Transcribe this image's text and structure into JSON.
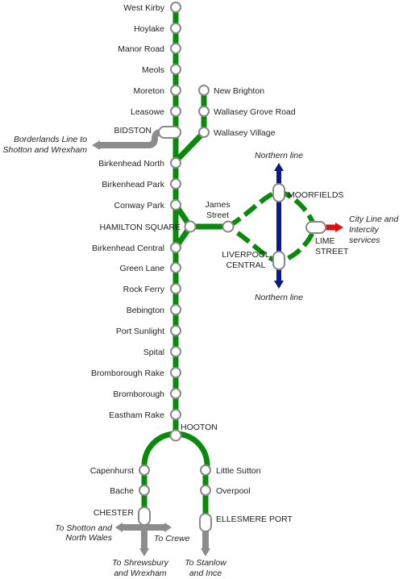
{
  "colors": {
    "wirral_line": "#0a8a0a",
    "northern_line": "#0a1a8a",
    "other_rail": "#8c8c8c",
    "city_line": "#e01010",
    "station_fill": "#ffffff",
    "station_stroke": "#888888"
  },
  "stations": {
    "west_kirby": "West Kirby",
    "hoylake": "Hoylake",
    "manor_road": "Manor Road",
    "meols": "Meols",
    "moreton": "Moreton",
    "leasowe": "Leasowe",
    "bidston": "BIDSTON",
    "birkenhead_north": "Birkenhead North",
    "birkenhead_park": "Birkenhead Park",
    "conway_park": "Conway Park",
    "hamilton_square": "HAMILTON SQUARE",
    "birkenhead_central": "Birkenhead Central",
    "green_lane": "Green Lane",
    "rock_ferry": "Rock Ferry",
    "bebington": "Bebington",
    "port_sunlight": "Port Sunlight",
    "spital": "Spital",
    "bromborough_rake": "Bromborough Rake",
    "bromborough": "Bromborough",
    "eastham_rake": "Eastham Rake",
    "hooton": "HOOTON",
    "capenhurst": "Capenhurst",
    "bache": "Bache",
    "chester": "CHESTER",
    "little_sutton": "Little Sutton",
    "overpool": "Overpool",
    "ellesmere_port": "ELLESMERE PORT",
    "new_brighton": "New Brighton",
    "wallasey_grove_road": "Wallasey Grove Road",
    "wallasey_village": "Wallasey Village",
    "james_street_1": "James",
    "james_street_2": "Street",
    "moorfields": "MOORFIELDS",
    "lime_street_1": "LIME",
    "lime_street_2": "STREET",
    "liverpool_central_1": "LIVERPOOL",
    "liverpool_central_2": "CENTRAL"
  },
  "connections": {
    "borderlands_1": "Borderlands Line to",
    "borderlands_2": "Shotton and Wrexham",
    "northern_top": "Northern line",
    "northern_bottom": "Northern line",
    "city_line_1": "City Line and",
    "city_line_2": "Intercity",
    "city_line_3": "services",
    "shotton_nw_1": "To Shotton and",
    "shotton_nw_2": "North Wales",
    "crewe": "To Crewe",
    "shrewsbury_1": "To Shrewsbury",
    "shrewsbury_2": "and Wrexham",
    "stanlow_1": "To Stanlow",
    "stanlow_2": "and Ince"
  }
}
